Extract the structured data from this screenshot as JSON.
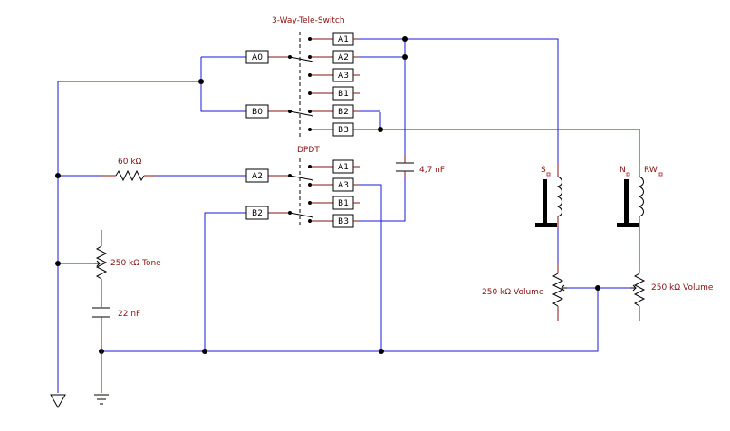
{
  "switch1": {
    "title": "3-Way-Tele-Switch",
    "inputs": [
      "A0",
      "B0"
    ],
    "outputs": [
      "A1",
      "A2",
      "A3",
      "B1",
      "B2",
      "B3"
    ]
  },
  "switch2": {
    "title": "DPDT",
    "inputs": [
      "A2",
      "B2"
    ],
    "outputs": [
      "A1",
      "A3",
      "B1",
      "B3"
    ]
  },
  "components": {
    "resistor": "60 kΩ",
    "capacitor_small": "4,7 nF",
    "capacitor_tone": "22 nF",
    "pot_tone": "250 kΩ Tone",
    "pot_volume_left": "250 kΩ Volume",
    "pot_volume_right": "250 kΩ Volume"
  },
  "pickups": {
    "left": {
      "terminal": "S"
    },
    "right": {
      "terminal_left": "N",
      "terminal_right": "RW"
    }
  }
}
